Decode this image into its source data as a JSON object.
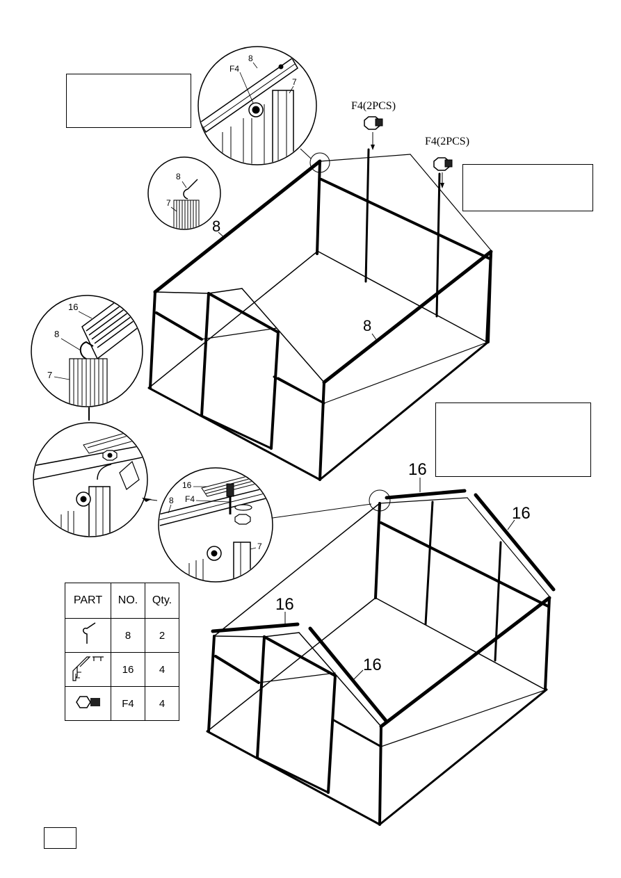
{
  "callouts": {
    "label_8": "8",
    "label_7": "7",
    "label_16": "16",
    "label_f4": "F4",
    "label_f4_2pcs": "F4(2PCS)"
  },
  "parts_table": {
    "headers": [
      "PART",
      "NO.",
      "Qty."
    ],
    "rows": [
      {
        "part_icon": "hook-bar-icon",
        "no": "8",
        "qty": "2"
      },
      {
        "part_icon": "gutter-profile-icon",
        "no": "16",
        "qty": "4"
      },
      {
        "part_icon": "bolt-icon",
        "no": "F4",
        "qty": "4"
      }
    ]
  }
}
